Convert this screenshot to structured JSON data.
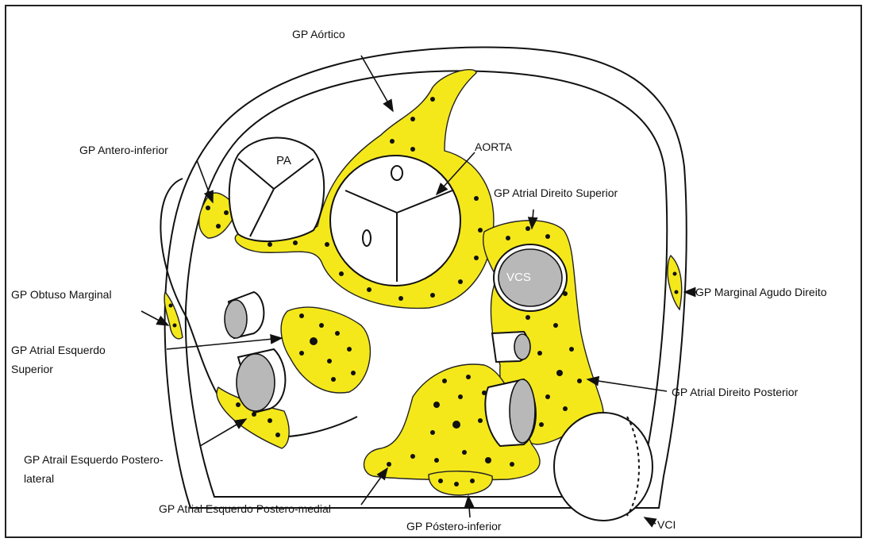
{
  "labels": {
    "gp_aortico": "GP Aórtico",
    "aorta": "AORTA",
    "gp_antero_inferior": "GP Antero-inferior",
    "pa": "PA",
    "gp_atrial_direito_superior": "GP Atrial Direito Superior",
    "vcs": "VCS",
    "gp_obtuso_marginal": "GP Obtuso Marginal",
    "gp_marginal_agudo_direito": "GP Marginal Agudo Direito",
    "gp_atrial_esquerdo_superior_1": "GP Atrial Esquerdo",
    "gp_atrial_esquerdo_superior_2": "Superior",
    "gp_atrial_direito_posterior": "GP Atrial Direito Posterior",
    "gp_atrail_esquerdo_posterolateral_1": "GP Atrail Esquerdo Postero-",
    "gp_atrail_esquerdo_posterolateral_2": "lateral",
    "gp_atrial_esquerdo_posteromedial": "GP Atrial Esquerdo Postero-medial",
    "vci": "VCI",
    "gp_postero_inferior": "GP Póstero-inferior"
  },
  "colors": {
    "ganglionated_plexus": "#f4e81b",
    "vessel_lumen": "#b8b8b8",
    "outline": "#111111"
  }
}
